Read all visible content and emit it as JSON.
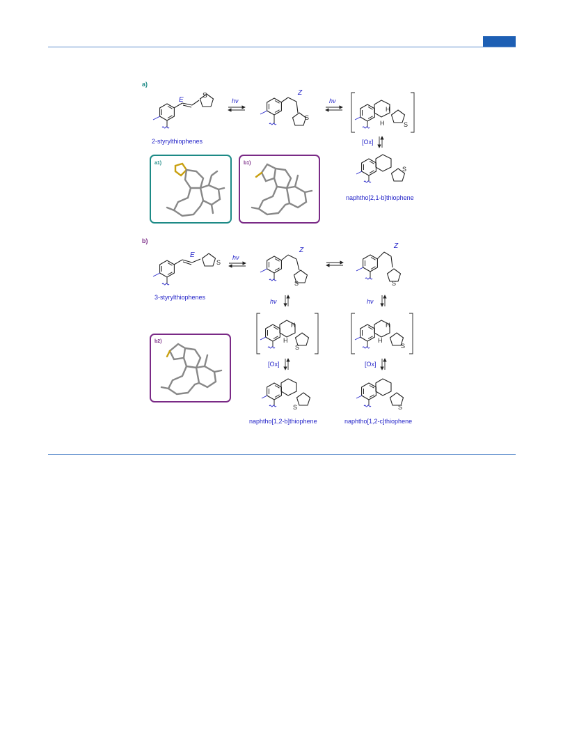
{
  "figure": {
    "panel_a": {
      "label": "a)",
      "stereo_E": "E",
      "stereo_Z": "Z",
      "hv_1": "hν",
      "hv_2": "hν",
      "H_label": "H",
      "S_label": "S",
      "start_name": "2-styrylthiophenes",
      "oxidation": "[Ox]",
      "product_name": "naphtho[2,1-b]thiophene",
      "inset_1": "a1)",
      "inset_2": "b1)"
    },
    "panel_b": {
      "label": "b)",
      "stereo_E": "E",
      "stereo_Z1": "Z",
      "stereo_Z2": "Z",
      "hv_1": "hν",
      "hv_2": "hν",
      "hv_3": "hν",
      "H_label": "H",
      "S_label": "S",
      "start_name": "3-styrylthiophenes",
      "oxidation_1": "[Ox]",
      "oxidation_2": "[Ox]",
      "product_1": "naphtho[1,2-b]thiophene",
      "product_2": "naphtho[1,2-c]thiophene",
      "inset": "b2)"
    }
  },
  "colors": {
    "rule": "#5b8ccc",
    "tab": "#1d5fb4",
    "label_blue": "#2323c8",
    "teal": "#1d8a86",
    "purple": "#7a2a86",
    "bond": "#222222"
  }
}
